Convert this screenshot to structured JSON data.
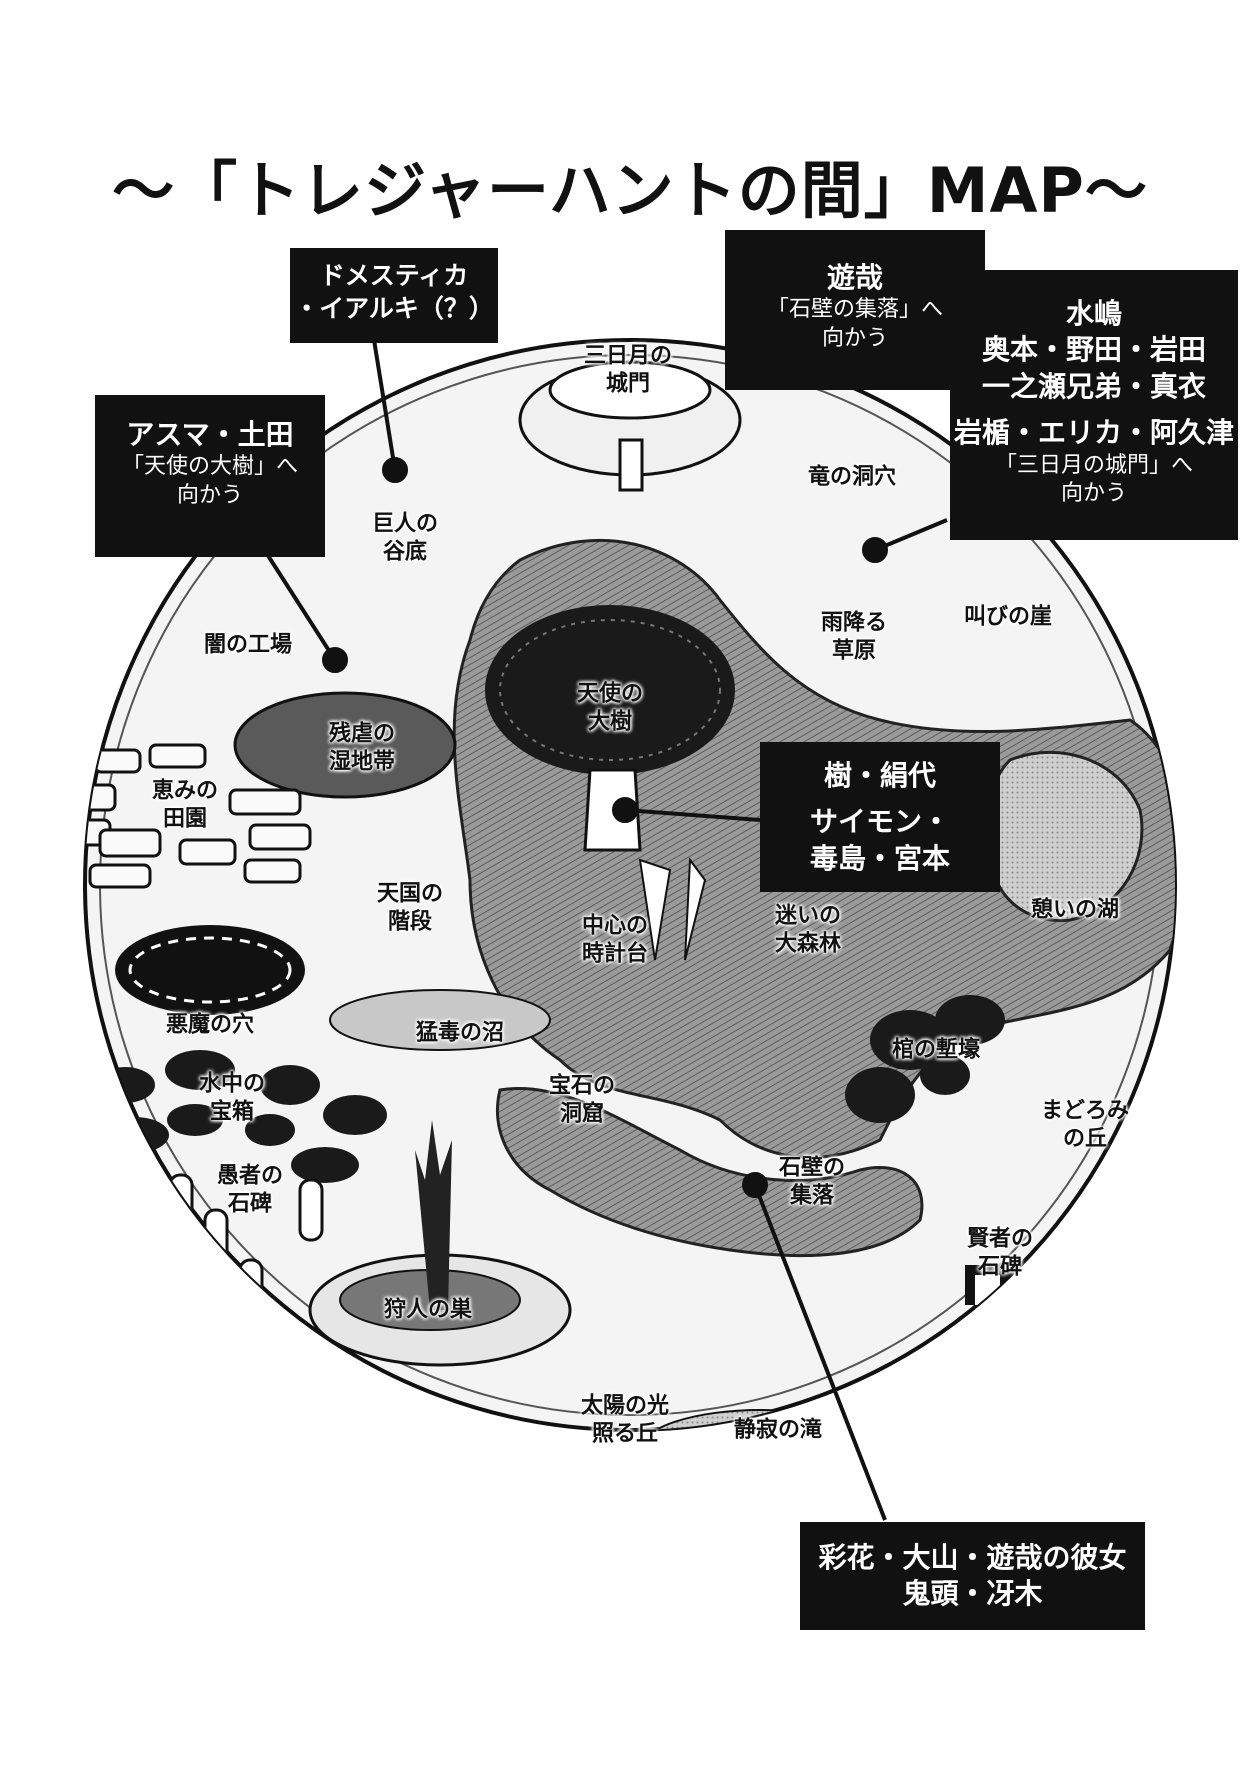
{
  "title": "〜「トレジャーハントの間」MAP〜",
  "places": {
    "mikazuki_gate": [
      "三日月の",
      "城門"
    ],
    "giant_valley": [
      "巨人の",
      "谷底"
    ],
    "dragon_cave": [
      "竜の洞穴"
    ],
    "dark_factory": [
      "闇の工場"
    ],
    "rain_grassland": [
      "雨降る",
      "草原"
    ],
    "scream_cliff": [
      "叫びの崖"
    ],
    "angel_tree": [
      "天使の",
      "大樹"
    ],
    "cruel_marsh": [
      "残虐の",
      "湿地帯"
    ],
    "blessing_fields": [
      "恵みの",
      "田園"
    ],
    "heaven_stairs": [
      "天国の",
      "階段"
    ],
    "central_clock": [
      "中心の",
      "時計台"
    ],
    "lost_forest": [
      "迷いの",
      "大森林"
    ],
    "rest_lake": [
      "憩いの湖"
    ],
    "devil_hole": [
      "悪魔の穴"
    ],
    "poison_swamp": [
      "猛毒の沼"
    ],
    "coffin_trench": [
      "棺の塹壕"
    ],
    "underwater_chest": [
      "水中の",
      "宝箱"
    ],
    "gem_cave": [
      "宝石の",
      "洞窟"
    ],
    "drowsy_hill": [
      "まどろみ",
      "の丘"
    ],
    "fool_monument": [
      "愚者の",
      "石碑"
    ],
    "stone_village": [
      "石壁の",
      "集落"
    ],
    "wise_monument": [
      "賢者の",
      "石碑"
    ],
    "hunter_nest": [
      "狩人の巣"
    ],
    "sunlit_hill": [
      "太陽の光",
      "照る丘"
    ],
    "silent_falls": [
      "静寂の滝"
    ]
  },
  "boxes": {
    "domestica": [
      "ドメスティカ",
      "・イアルキ（？）"
    ],
    "asuma": {
      "names": "アスマ・土田",
      "dest": "「天使の大樹」へ",
      "go": "向かう"
    },
    "yuya": {
      "names": "遊哉",
      "dest": "「石壁の集落」へ",
      "go": "向かう"
    },
    "mizushima": {
      "names": [
        "水嶋",
        "奥本・野田・岩田",
        "一之瀬兄弟・真衣",
        "岩楯・エリカ・阿久津"
      ],
      "dest": "「三日月の城門」へ",
      "go": "向かう"
    },
    "itsuki": {
      "names": [
        "樹・絹代",
        "サイモン・",
        "毒島・宮本"
      ]
    },
    "ayaka": {
      "names": [
        "彩花・大山・遊哉の彼女",
        "鬼頭・冴木"
      ]
    }
  },
  "colors": {
    "ink": "#111111",
    "paper": "#ffffff",
    "forest": "#8a8a8a",
    "marsh": "#5a5a5a",
    "lake": "#b5b5b5"
  }
}
